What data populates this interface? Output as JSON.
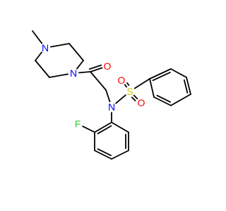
{
  "molecule": {
    "atoms": [
      {
        "id": "methyl_c",
        "label": ""
      },
      {
        "id": "n4",
        "label": "N",
        "color": "#0000ff"
      },
      {
        "id": "pz_c1",
        "label": ""
      },
      {
        "id": "pz_c2",
        "label": ""
      },
      {
        "id": "n1",
        "label": "N",
        "color": "#0000ff"
      },
      {
        "id": "pz_c3",
        "label": ""
      },
      {
        "id": "pz_c4",
        "label": ""
      },
      {
        "id": "carbonyl_c",
        "label": ""
      },
      {
        "id": "carbonyl_o",
        "label": "O",
        "color": "#ff0000"
      },
      {
        "id": "ch2",
        "label": ""
      },
      {
        "id": "n_sulfonamide",
        "label": "N",
        "color": "#0000ff"
      },
      {
        "id": "s",
        "label": "S",
        "color": "#cccc00"
      },
      {
        "id": "so_o1",
        "label": "O",
        "color": "#ff0000"
      },
      {
        "id": "so_o2",
        "label": "O",
        "color": "#ff0000"
      },
      {
        "id": "ph_c1",
        "label": ""
      },
      {
        "id": "ph_c2",
        "label": ""
      },
      {
        "id": "ph_c3",
        "label": ""
      },
      {
        "id": "ph_c4",
        "label": ""
      },
      {
        "id": "ph_c5",
        "label": ""
      },
      {
        "id": "ph_c6",
        "label": ""
      },
      {
        "id": "ar_c1",
        "label": ""
      },
      {
        "id": "ar_c2",
        "label": ""
      },
      {
        "id": "f",
        "label": "F",
        "color": "#33cc33"
      },
      {
        "id": "ar_c3",
        "label": ""
      },
      {
        "id": "ar_c4",
        "label": ""
      },
      {
        "id": "ar_c5",
        "label": ""
      },
      {
        "id": "ar_c6",
        "label": ""
      }
    ],
    "bonds": [
      {
        "a": "methyl_c",
        "b": "n4",
        "order": 1
      },
      {
        "a": "n4",
        "b": "pz_c1",
        "order": 1
      },
      {
        "a": "pz_c1",
        "b": "pz_c2",
        "order": 1
      },
      {
        "a": "pz_c2",
        "b": "n1",
        "order": 1
      },
      {
        "a": "n1",
        "b": "pz_c3",
        "order": 1
      },
      {
        "a": "pz_c3",
        "b": "pz_c4",
        "order": 1
      },
      {
        "a": "pz_c4",
        "b": "n4",
        "order": 1
      },
      {
        "a": "n1",
        "b": "carbonyl_c",
        "order": 1
      },
      {
        "a": "carbonyl_c",
        "b": "carbonyl_o",
        "order": 2
      },
      {
        "a": "carbonyl_c",
        "b": "ch2",
        "order": 1
      },
      {
        "a": "ch2",
        "b": "n_sulfonamide",
        "order": 1
      },
      {
        "a": "n_sulfonamide",
        "b": "s",
        "order": 1
      },
      {
        "a": "s",
        "b": "so_o1",
        "order": 2
      },
      {
        "a": "s",
        "b": "so_o2",
        "order": 2
      },
      {
        "a": "s",
        "b": "ph_c1",
        "order": 1
      },
      {
        "a": "ph_c1",
        "b": "ph_c2",
        "order": 2
      },
      {
        "a": "ph_c2",
        "b": "ph_c3",
        "order": 1
      },
      {
        "a": "ph_c3",
        "b": "ph_c4",
        "order": 2
      },
      {
        "a": "ph_c4",
        "b": "ph_c5",
        "order": 1
      },
      {
        "a": "ph_c5",
        "b": "ph_c6",
        "order": 2
      },
      {
        "a": "ph_c6",
        "b": "ph_c1",
        "order": 1
      },
      {
        "a": "n_sulfonamide",
        "b": "ar_c1",
        "order": 1
      },
      {
        "a": "ar_c1",
        "b": "ar_c2",
        "order": 2
      },
      {
        "a": "ar_c2",
        "b": "f",
        "order": 1
      },
      {
        "a": "ar_c2",
        "b": "ar_c3",
        "order": 1
      },
      {
        "a": "ar_c3",
        "b": "ar_c4",
        "order": 2
      },
      {
        "a": "ar_c4",
        "b": "ar_c5",
        "order": 1
      },
      {
        "a": "ar_c5",
        "b": "ar_c6",
        "order": 2
      },
      {
        "a": "ar_c6",
        "b": "ar_c1",
        "order": 1
      }
    ]
  }
}
